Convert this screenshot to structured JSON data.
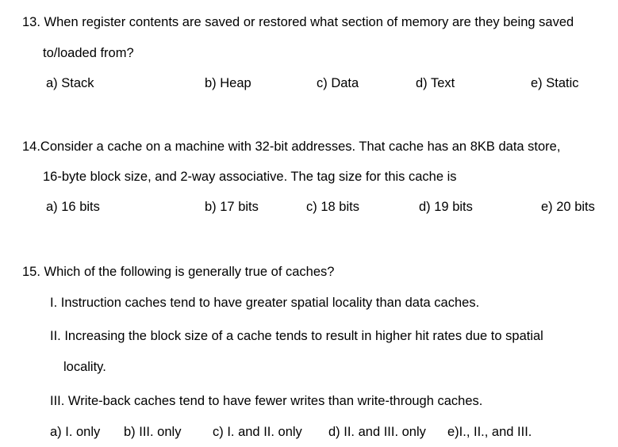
{
  "questions": [
    {
      "number": "13.",
      "lines": [
        "13. When register contents are saved or restored what section of memory are they being saved",
        "to/loaded from?"
      ],
      "options": [
        "a) Stack",
        "b) Heap",
        "c) Data",
        "d) Text",
        "e) Static"
      ]
    },
    {
      "number": "14.",
      "lines": [
        "14.Consider a cache on a machine with 32-bit addresses. That cache has an 8KB data store,",
        "16-byte block size, and 2-way associative. The tag size for this cache is"
      ],
      "options": [
        "a) 16 bits",
        "b) 17 bits",
        "c) 18 bits",
        "d) 19 bits",
        "e) 20 bits"
      ]
    },
    {
      "number": "15.",
      "lines": [
        "15. Which of the following is generally true of caches?"
      ],
      "statements": [
        "I. Instruction caches tend to have greater spatial locality than data caches.",
        "II. Increasing the block size of a cache tends to result in higher hit rates due to spatial",
        "locality.",
        "III. Write-back caches tend to have fewer writes than write-through caches."
      ],
      "options": [
        "a) I. only",
        "b) III. only",
        "c) I. and II. only",
        "d) II. and III. only",
        "e)I., II., and III."
      ]
    }
  ]
}
